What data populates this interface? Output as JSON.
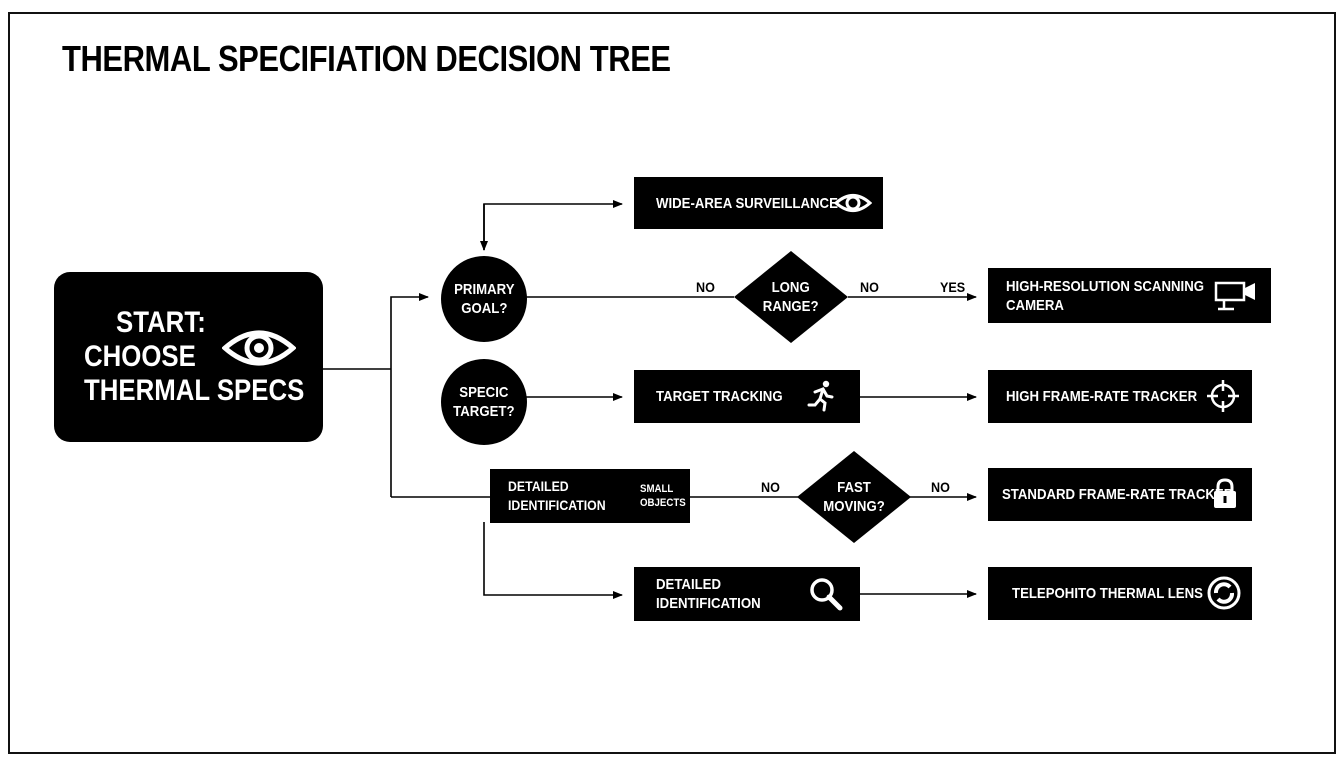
{
  "title": "THERMAL SPECIFIATION DECISION TREE",
  "start": {
    "line1": "START:",
    "line2": "CHOOSE",
    "line3": "THERMAL SPECS",
    "icon": "eye-icon"
  },
  "decisions": {
    "primary_goal": {
      "line1": "PRIMARY",
      "line2": "GOAL?"
    },
    "specific_target": {
      "line1": "SPECIC",
      "line2": "TARGET?"
    },
    "long_range": {
      "line1": "LONG",
      "line2": "RANGE?"
    },
    "fast_moving": {
      "line1": "FAST",
      "line2": "MOVING?"
    }
  },
  "boxes": {
    "wide_area": {
      "label": "WIDE-AREA SURVEILLANCE",
      "icon": "eye-icon"
    },
    "high_res": {
      "line1": "HIGH-RESOLUTION SCANNING",
      "line2": "CAMERA",
      "icon": "camera-icon"
    },
    "target_tracking": {
      "label": "TARGET TRACKING",
      "icon": "running-person-icon"
    },
    "high_frame": {
      "label": "HIGH FRAME-RATE TRACKER",
      "icon": "crosshair-icon"
    },
    "detailed_small": {
      "line1": "DETAILED",
      "line2": "IDENTIFICATION",
      "side1": "SMALL",
      "side2": "OBJECTS"
    },
    "standard_frame": {
      "label": "STANDARD FRAME-RATE TRACKER",
      "icon": "lock-icon"
    },
    "detailed_id": {
      "line1": "DETAILED",
      "line2": "IDENTIFICATION",
      "icon": "magnifier-icon"
    },
    "telephoto": {
      "label": "TELEPOHITO THERMAL LENS",
      "icon": "lens-icon"
    }
  },
  "edge_labels": {
    "no_1": "NO",
    "no_2": "NO",
    "yes_1": "YES",
    "no_3": "NO",
    "no_4": "NO"
  }
}
